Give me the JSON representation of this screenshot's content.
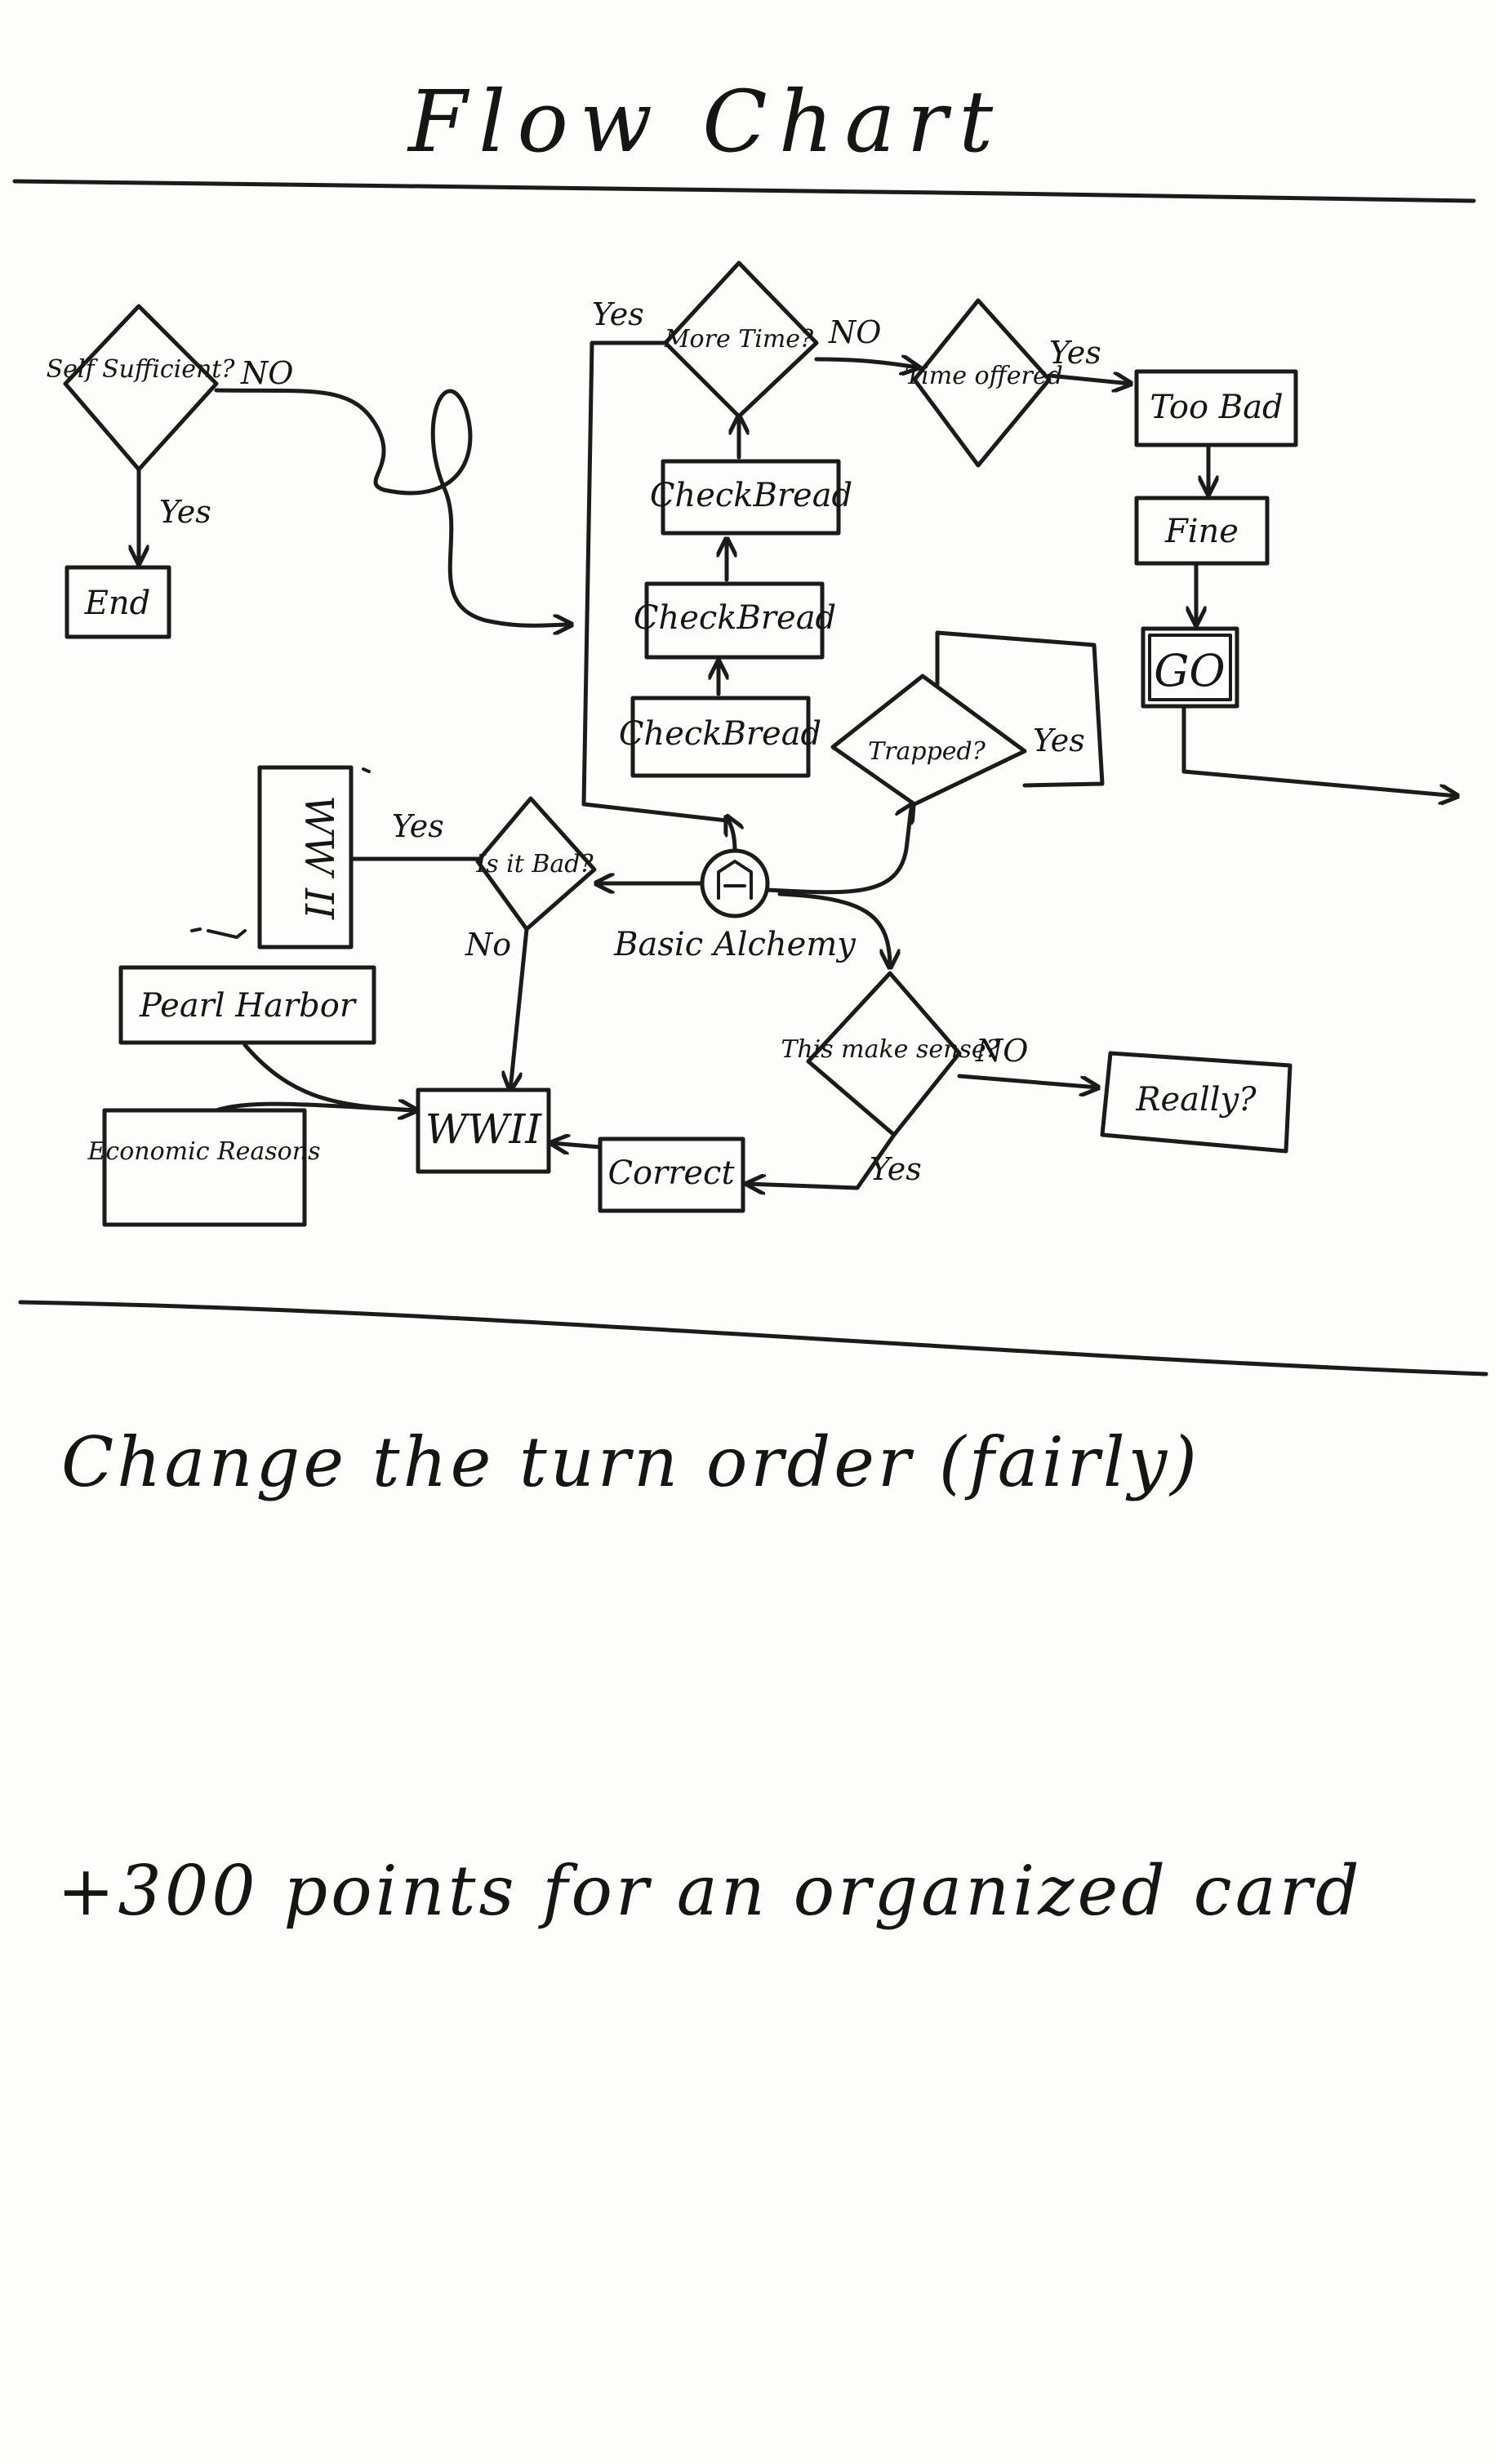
{
  "card": {
    "title": "Flow Chart",
    "rule_text_1": "Change the turn order (fairly)",
    "rule_text_2": "+300 points for an organized card"
  },
  "flowchart": {
    "nodes": {
      "self_sufficient": "Self Sufficient?",
      "end": "End",
      "more_time": "More Time?",
      "time_offered": "Time offered",
      "too_bad": "Too Bad",
      "fine": "Fine",
      "go": "GO",
      "check_bread_1": "CheckBread",
      "check_bread_2": "CheckBread",
      "check_bread_3": "CheckBread",
      "trapped": "Trapped?",
      "is_it_bad": "Is it Bad?",
      "basic_alchemy": "Basic Alchemy",
      "make_sense": "This make sense?",
      "really": "Really?",
      "correct": "Correct",
      "wwii": "WWII",
      "pearl_harbor": "Pearl Harbor",
      "economic_reasons": "Economic Reasons",
      "ww_ii_vertical": "WW II"
    },
    "edge_labels": {
      "self_no": "NO",
      "self_yes": "Yes",
      "more_time_yes": "Yes",
      "more_time_no": "NO",
      "time_offered_yes": "Yes",
      "trapped_yes": "Yes",
      "is_bad_yes": "Yes",
      "is_bad_no": "No",
      "sense_no": "NO",
      "sense_yes": "Yes"
    }
  }
}
